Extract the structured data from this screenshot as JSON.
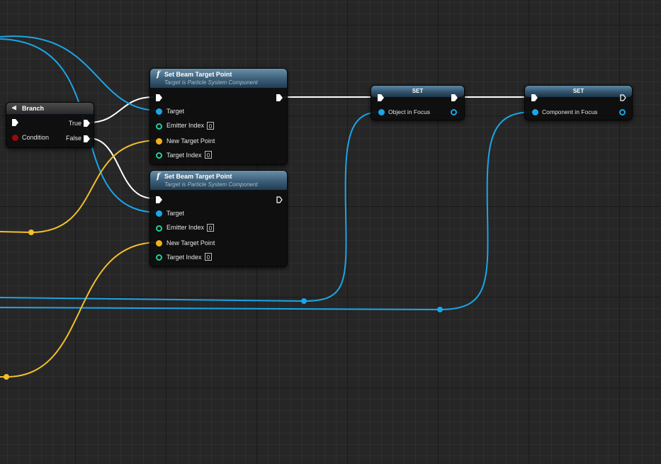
{
  "colors": {
    "exec_wire": "#ffffff",
    "object_wire": "#1aa6e8",
    "vector_wire": "#f2c02a",
    "integer_pin": "#1fd29a",
    "bool_pin": "#9a0a0a",
    "function_header": "#4f7390",
    "branch_header": "#3a3a3a"
  },
  "branch": {
    "title": "Branch",
    "icon": "branch-icon",
    "pins": {
      "true_label": "True",
      "false_label": "False",
      "condition_label": "Condition"
    }
  },
  "set_beam_1": {
    "title": "Set Beam Target Point",
    "subtitle": "Target is Particle System Component",
    "icon": "function-icon",
    "pins": {
      "target": "Target",
      "emitter_index": "Emitter Index",
      "emitter_index_value": "0",
      "new_target_point": "New Target Point",
      "target_index": "Target Index",
      "target_index_value": "0"
    }
  },
  "set_beam_2": {
    "title": "Set Beam Target Point",
    "subtitle": "Target is Particle System Component",
    "icon": "function-icon",
    "pins": {
      "target": "Target",
      "emitter_index": "Emitter Index",
      "emitter_index_value": "0",
      "new_target_point": "New Target Point",
      "target_index": "Target Index",
      "target_index_value": "0"
    }
  },
  "set_object": {
    "title": "SET",
    "pin_label": "Object in Focus"
  },
  "set_component": {
    "title": "SET",
    "pin_label": "Component in Focus"
  }
}
